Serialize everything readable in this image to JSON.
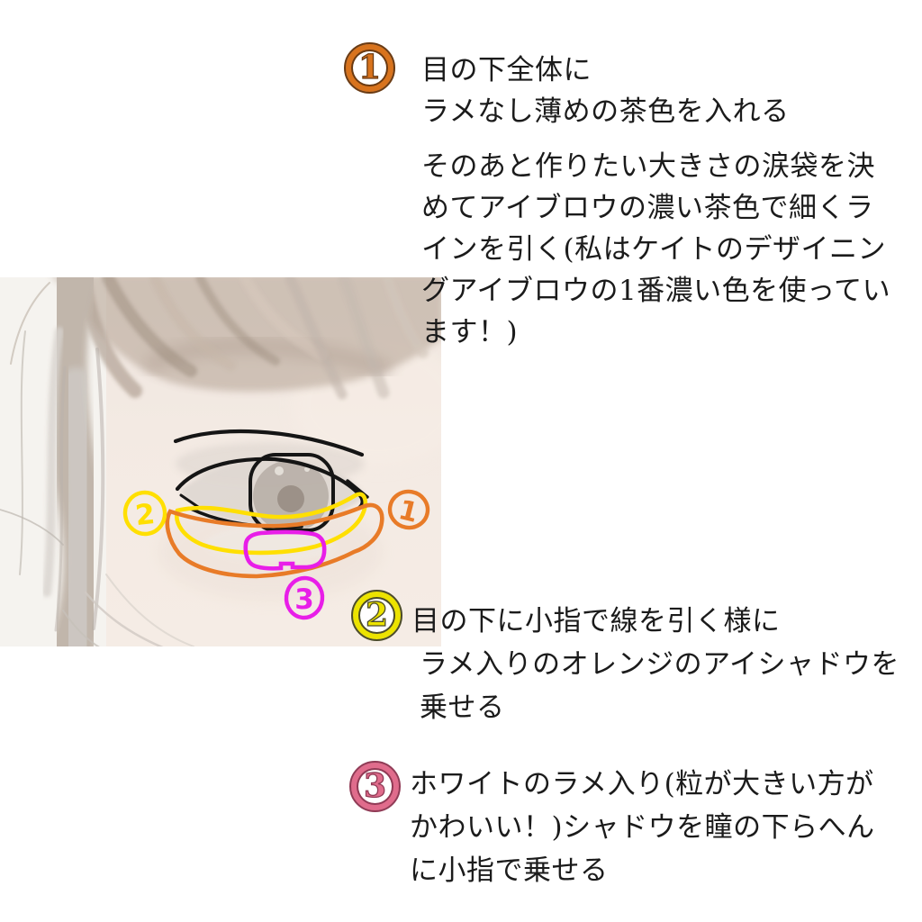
{
  "background": "#ffffff",
  "text_color": "#1b1b1b",
  "steps": [
    {
      "number": "1",
      "badge": {
        "fill": "#d8731d",
        "outline": "#6a3a12"
      },
      "lines": [
        "目の下全体に",
        "ラメなし薄めの茶色を入れる",
        "そのあと作りたい大きさの涙袋を決",
        "めてアイブロウの濃い茶色で細くラ",
        "インを引く(私はケイトのデザイニン",
        "グアイブロウの1番濃い色を使ってい",
        "ます！)"
      ]
    },
    {
      "number": "2",
      "badge": {
        "fill": "#ece300",
        "outline": "#4c4c28"
      },
      "lines": [
        "目の下に小指で線を引く様に",
        "ラメ入りのオレンジのアイシャドウを",
        "乗せる"
      ]
    },
    {
      "number": "3",
      "badge": {
        "fill": "#e06c8c",
        "outline": "#903a55"
      },
      "lines": [
        "ホワイトのラメ入り(粒が大きい方が",
        "かわいい！)シャドウを瞳の下らへん",
        "に小指で乗せる"
      ]
    }
  ],
  "photo": {
    "ink_color": "#151515",
    "skin_color": "#f0e5dd",
    "hair_color": "#a8937f",
    "markers": [
      {
        "label": "1",
        "color": "#e87b28"
      },
      {
        "label": "2",
        "color": "#ffdf00"
      },
      {
        "label": "3",
        "color": "#e81ee8"
      }
    ]
  }
}
